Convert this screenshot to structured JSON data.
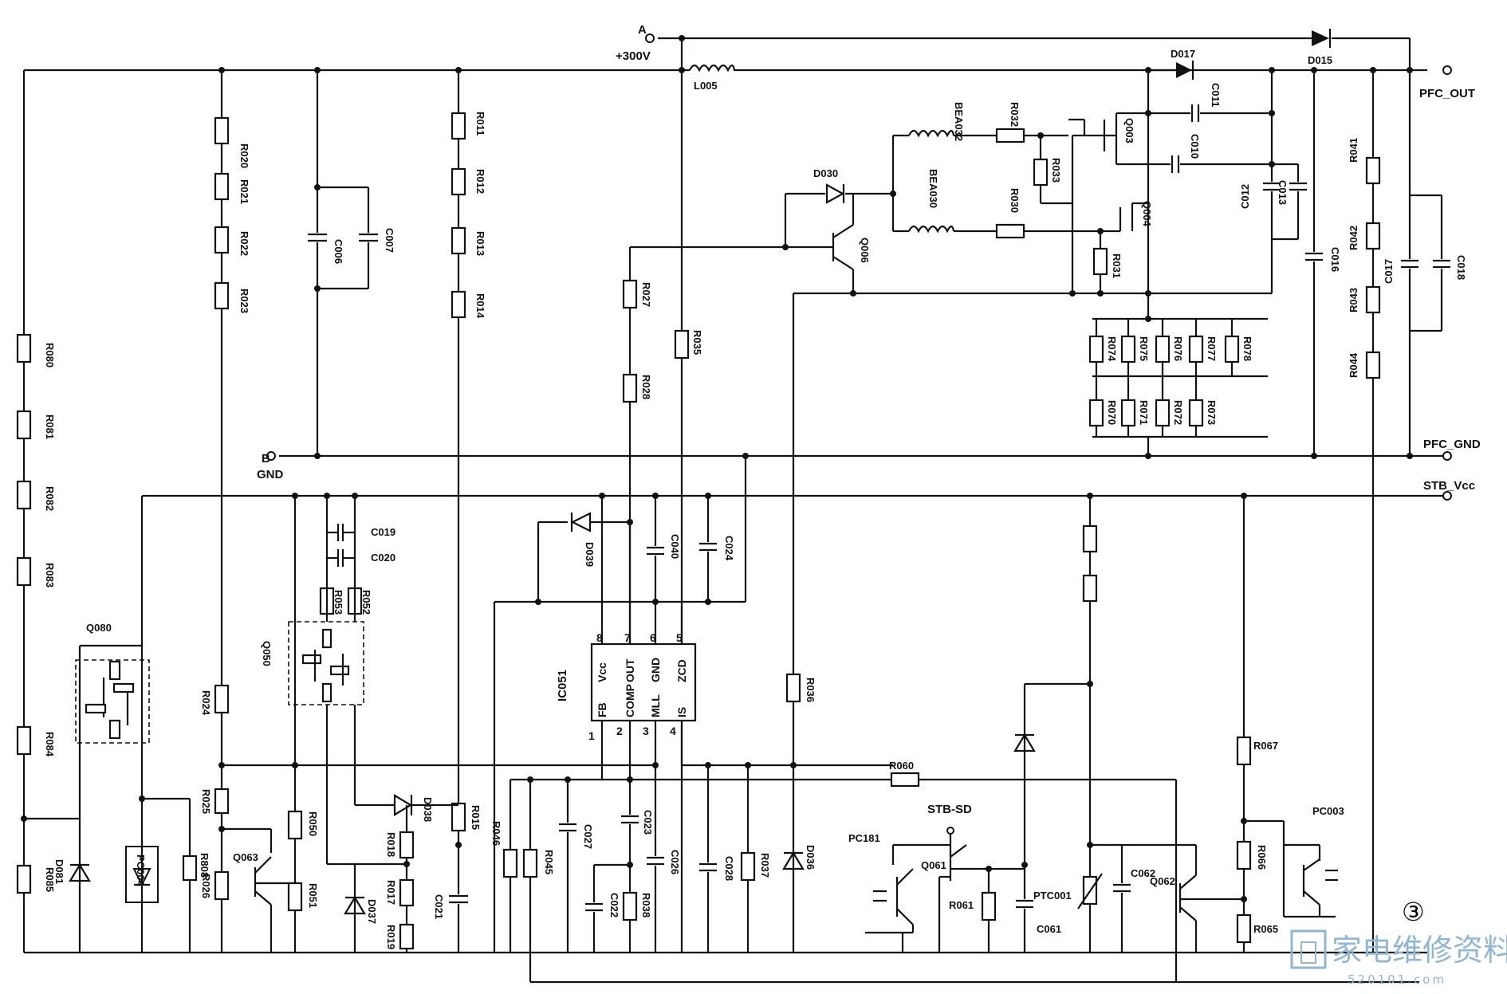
{
  "nets": {
    "a": "A",
    "a_voltage": "+300V",
    "b": "B",
    "b_gnd": "GND",
    "pfc_out": "PFC_OUT",
    "pfc_gnd": "PFC_GND",
    "stb_vcc": "STB_Vcc",
    "stb_sd": "STB-SD"
  },
  "ic": {
    "name": "IC051",
    "top_pins": [
      {
        "num": "8",
        "name": "Vcc"
      },
      {
        "num": "7",
        "name": "OUT"
      },
      {
        "num": "6",
        "name": "GND"
      },
      {
        "num": "5",
        "name": "ZCD"
      }
    ],
    "bottom_pins": [
      {
        "num": "1",
        "name": "FB"
      },
      {
        "num": "2",
        "name": "COMP"
      },
      {
        "num": "3",
        "name": "MLL"
      },
      {
        "num": "4",
        "name": "IS"
      }
    ]
  },
  "resistors": {
    "R020": "R020",
    "R021": "R021",
    "R022": "R022",
    "R023": "R023",
    "R011": "R011",
    "R012": "R012",
    "R013": "R013",
    "R014": "R014",
    "R080": "R080",
    "R081": "R081",
    "R082": "R082",
    "R083": "R083",
    "R084": "R084",
    "R085": "R085",
    "R027": "R027",
    "R028": "R028",
    "R035": "R035",
    "R036": "R036",
    "R024": "R024",
    "R025": "R025",
    "R026": "R026",
    "R050": "R050",
    "R051": "R051",
    "R053": "R053",
    "R052": "R052",
    "R018": "R018",
    "R017": "R017",
    "R019": "R019",
    "R015": "R015",
    "R046": "R046",
    "R045": "R045",
    "R038": "R038",
    "R037": "R037",
    "R060": "R060",
    "R061": "R061",
    "R067": "R067",
    "R066": "R066",
    "R065": "R065",
    "R041": "R041",
    "R042": "R042",
    "R043": "R043",
    "R044": "R044",
    "R074": "R074",
    "R075": "R075",
    "R076": "R076",
    "R077": "R077",
    "R078": "R078",
    "R070": "R070",
    "R071": "R071",
    "R072": "R072",
    "R073": "R073",
    "R032": "R032",
    "R033": "R033",
    "R030": "R030",
    "R031": "R031",
    "R808": "R808"
  },
  "capacitors": {
    "C006": "C006",
    "C007": "C007",
    "C019": "C019",
    "C020": "C020",
    "C021": "C021",
    "C040": "C040",
    "C024": "C024",
    "C027": "C027",
    "C023": "C023",
    "C022": "C022",
    "C026": "C026",
    "C028": "C028",
    "C011": "C011",
    "C010": "C010",
    "C012": "C012",
    "C013": "C013",
    "C016": "C016",
    "C017": "C017",
    "C018": "C018",
    "C061": "C061",
    "C062": "C062"
  },
  "diodes": {
    "D015": "D015",
    "D017": "D017",
    "D030": "D030",
    "D039": "D039",
    "D036": "D036",
    "D038": "D038",
    "D037": "D037",
    "D081": "D081"
  },
  "transistors": {
    "Q080": "Q080",
    "Q050": "Q050",
    "Q063": "Q063",
    "Q006": "Q006",
    "Q003": "Q003",
    "Q004": "Q004",
    "Q061": "Q061",
    "Q062": "Q062"
  },
  "others": {
    "L005": "L005",
    "BEA032": "BEA032",
    "BEA030": "BEA030",
    "PC004": "PC004",
    "PC181": "PC181",
    "PC003": "PC003",
    "PTC001": "PTC001"
  },
  "figure_number": "③",
  "watermark": {
    "text": "家电维修资料网",
    "url": "520101.com"
  }
}
